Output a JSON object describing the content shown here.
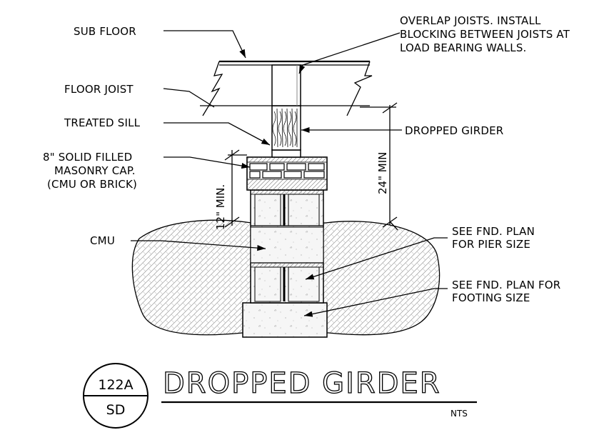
{
  "labels": {
    "sub_floor": "SUB FLOOR",
    "floor_joist": "FLOOR JOIST",
    "treated_sill": "TREATED SILL",
    "masonry_cap_1": "8\" SOLID FILLED",
    "masonry_cap_2": "MASONRY CAP.",
    "masonry_cap_3": "(CMU OR BRICK)",
    "cmu": "CMU",
    "overlap_1": "OVERLAP JOISTS. INSTALL",
    "overlap_2": "BLOCKING BETWEEN JOISTS AT",
    "overlap_3": "LOAD BEARING WALLS.",
    "dropped_girder": "DROPPED GIRDER",
    "pier_1": "SEE FND. PLAN",
    "pier_2": "FOR PIER SIZE",
    "footing_1": "SEE FND. PLAN FOR",
    "footing_2": "FOOTING SIZE"
  },
  "dimensions": {
    "min_12": "12\" MIN.",
    "min_24": "24\" MIN"
  },
  "title_block": {
    "detail_number": "122A",
    "sheet": "SD",
    "title": "DROPPED GIRDER",
    "scale": "NTS"
  }
}
